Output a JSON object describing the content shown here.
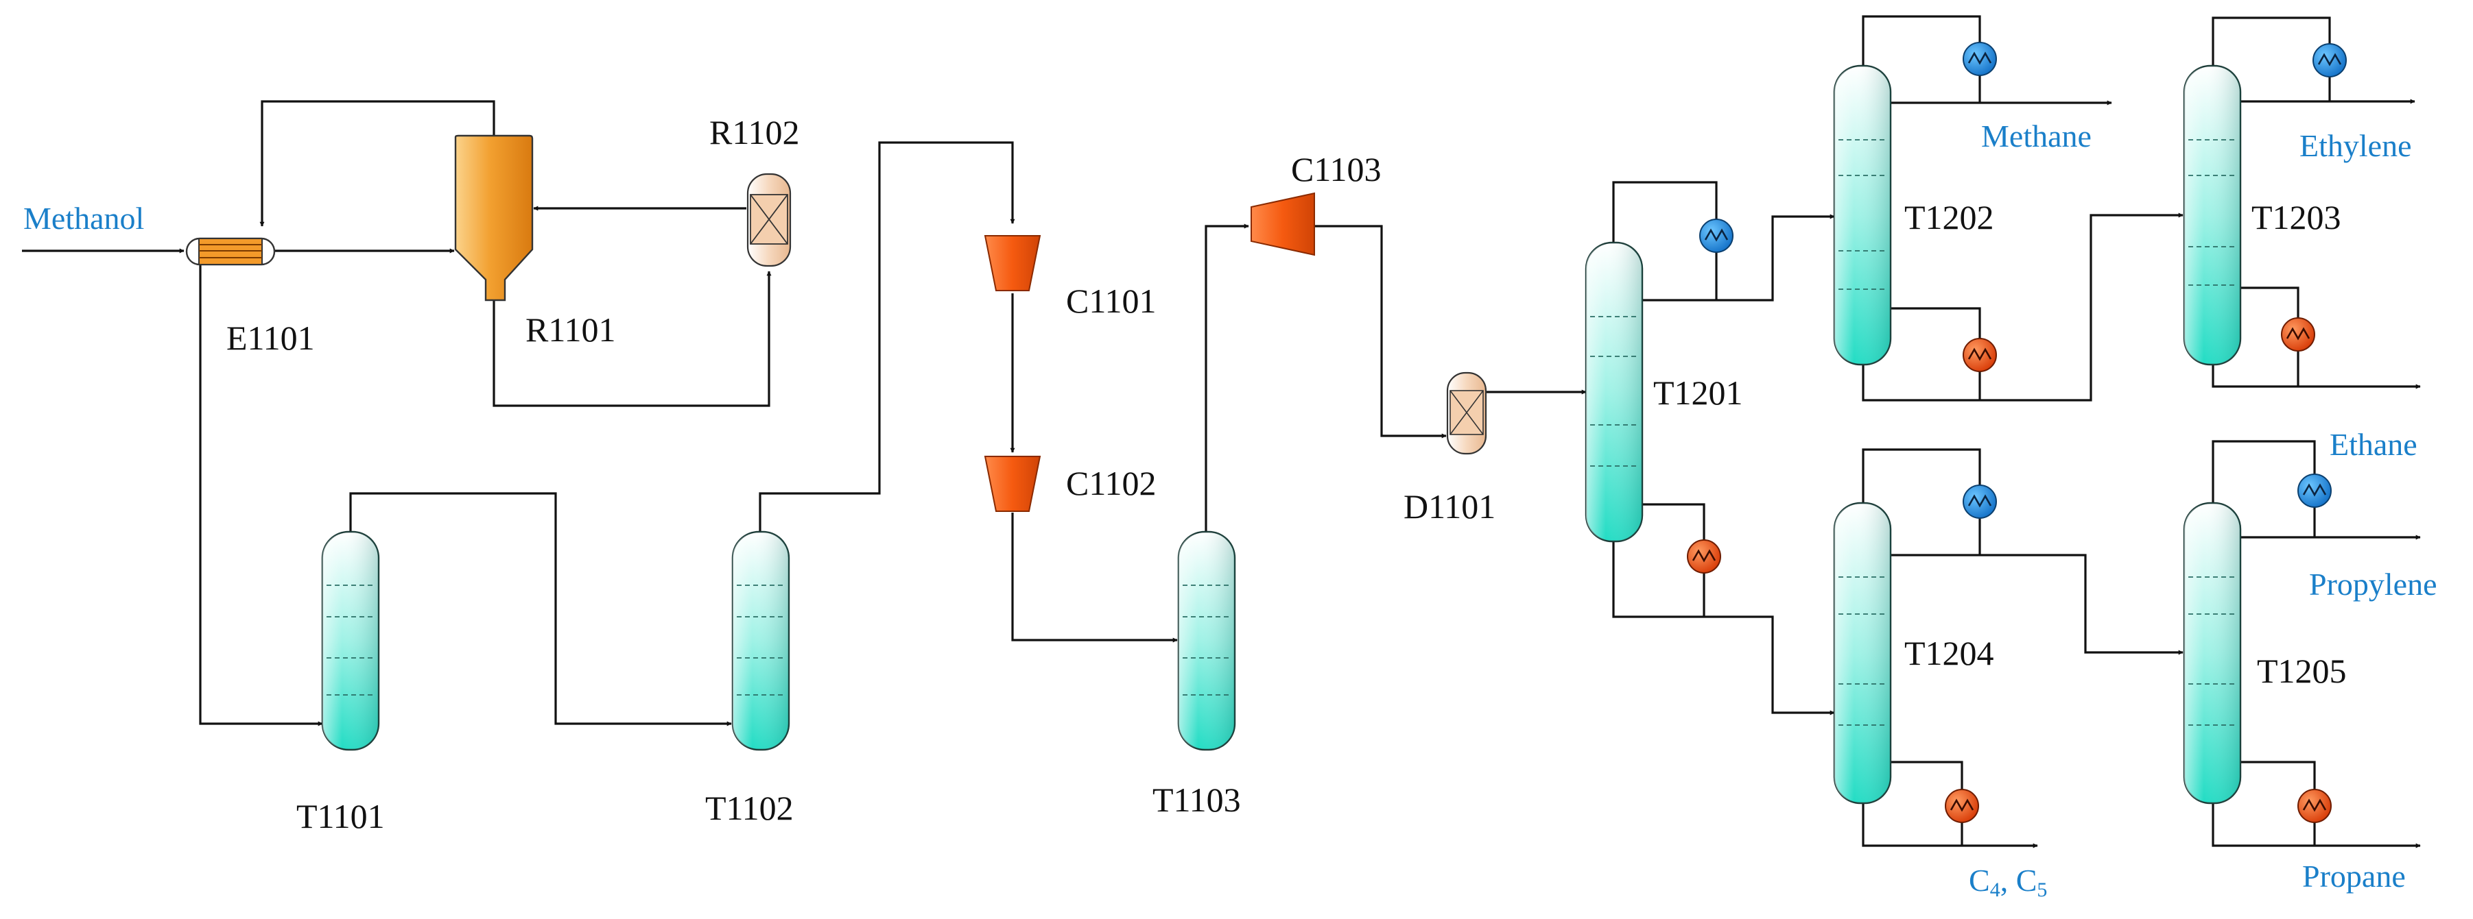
{
  "colors": {
    "column_fill_top": "#ffffff",
    "column_fill_bottom": "#29e0c8",
    "reactor_fill": "#f2a030",
    "compressor_fill": "#f55a10",
    "condenser_fill": "#1d8ee0",
    "reboiler_fill": "#e84e12",
    "stream_label": "#1a7fc9",
    "line": "#111111"
  },
  "icons": {
    "condenser": "condenser-icon",
    "reboiler": "reboiler-icon",
    "compressor": "compressor-icon",
    "heat_exchanger": "heat-exchanger-icon",
    "separator_drum": "drum-icon"
  },
  "streams": {
    "methanol": "Methanol",
    "methane": "Methane",
    "ethylene": "Ethylene",
    "ethane": "Ethane",
    "propylene": "Propylene",
    "propane": "Propane",
    "c4c5_prefix": "C",
    "c4c5_sub1": "4",
    "c4c5_mid": ", C",
    "c4c5_sub2": "5"
  },
  "units": {
    "e1101": "E1101",
    "r1101": "R1101",
    "r1102": "R1102",
    "t1101": "T1101",
    "t1102": "T1102",
    "c1101": "C1101",
    "c1102": "C1102",
    "t1103": "T1103",
    "c1103": "C1103",
    "d1101": "D1101",
    "t1201": "T1201",
    "t1202": "T1202",
    "t1203": "T1203",
    "t1204": "T1204",
    "t1205": "T1205"
  }
}
